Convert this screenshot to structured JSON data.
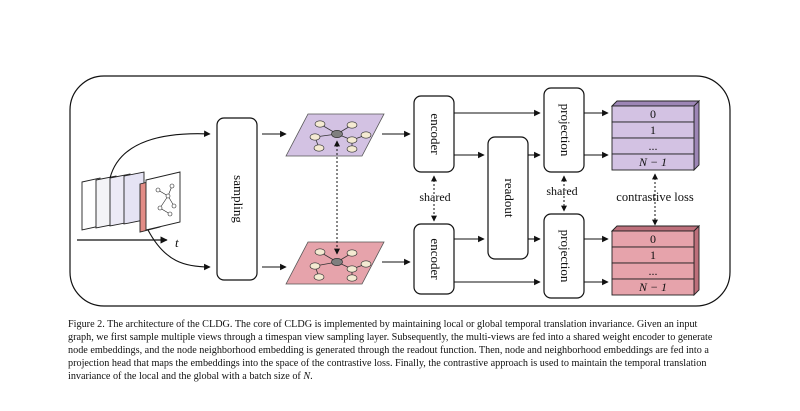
{
  "diagram": {
    "time_axis_label": "t",
    "sampling_label": "sampling",
    "encoder_label": "encoder",
    "shared_label": "shared",
    "readout_label": "readout",
    "projection_label": "projection",
    "contrastive_loss_label": "contrastive loss",
    "batch_rows": [
      "0",
      "1",
      "...",
      "N − 1"
    ],
    "colors": {
      "purple_fill": "#d3c2e3",
      "purple_side": "#9d86b6",
      "pink_fill": "#e6a3ab",
      "pink_side": "#bd6f7b",
      "red_view": "#e28c86",
      "node_fill": "#f4ead2",
      "center_node": "#7f7f7f"
    }
  },
  "caption": {
    "lines": [
      "Figure 2.  The architecture of the CLDG. The core of CLDG is implemented by maintaining local or global temporal translation invariance. Given an input",
      "graph, we first sample multiple views through a timespan view sampling layer. Subsequently, the multi-views are fed into a shared weight encoder to generate",
      "node embeddings, and the node neighborhood embedding is generated through the readout function. Then, node and neighborhood embeddings are fed into a",
      "projection head that maps the embeddings into the space of the contrastive loss. Finally, the contrastive approach is used to maintain the temporal translation"
    ],
    "last_line_prefix": "invariance of the local and the global with a batch size of ",
    "last_line_var": "N",
    "last_line_suffix": "."
  }
}
